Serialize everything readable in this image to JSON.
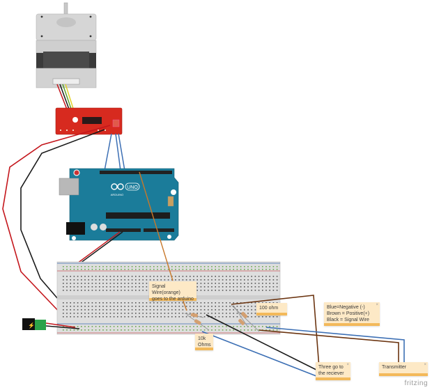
{
  "app": {
    "brand": "fritzing"
  },
  "components": {
    "stepper_motor": {
      "label": "Stepper Motor"
    },
    "driver": {
      "label": "EasyDriver"
    },
    "arduino": {
      "label": "Arduino UNO",
      "logo_text": "UNO",
      "sub_text": "ARDUINO"
    },
    "breadboard": {
      "label": "Breadboard"
    },
    "power_jack": {
      "label": "DC Power Jack"
    }
  },
  "notes": [
    {
      "id": "signal-wire",
      "text_lines": [
        "Signal Wire(orange)",
        "goes to the arduino"
      ]
    },
    {
      "id": "resistor-10k",
      "text_lines": [
        "10k",
        "Ohms"
      ]
    },
    {
      "id": "resistor-100",
      "text_lines": [
        "100 ohm"
      ]
    },
    {
      "id": "wire-legend",
      "text_lines": [
        "Blue=Negative (-)",
        "Brown = Positive(+)",
        "Black = Signal Wire"
      ]
    },
    {
      "id": "receiver",
      "text_lines": [
        "Three go to",
        "the reciever"
      ]
    },
    {
      "id": "transmitter",
      "text_lines": [
        "Transmitter"
      ]
    }
  ],
  "colors": {
    "wire_red": "#c4161c",
    "wire_black": "#1a1a1a",
    "wire_blue": "#3c6fb4",
    "wire_brown": "#6b3410",
    "wire_orange": "#c8782a",
    "wire_green": "#5aa02c",
    "wire_yellow": "#e2d22c",
    "arduino_blue": "#1b7c9a",
    "driver_red": "#d72a1f",
    "note_bg": "#fde9c6"
  }
}
